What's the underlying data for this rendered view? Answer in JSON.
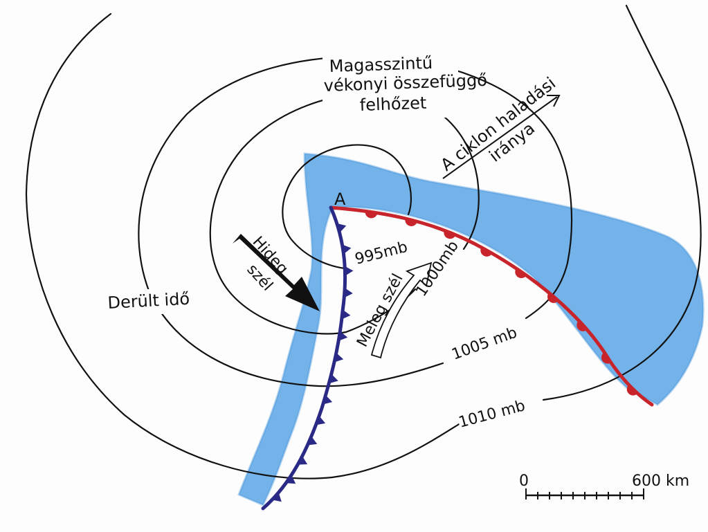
{
  "colors": {
    "cloud": "#5aa6e6",
    "cloud_edge": "#3f8fd8",
    "warm_front": "#c8242c",
    "cold_front": "#2a2a86",
    "isobar": "#111111",
    "cold_wind_arrow": "#111111"
  },
  "isobars": [
    {
      "label": "995mb"
    },
    {
      "label": "1000mb"
    },
    {
      "label": "1005 mb"
    },
    {
      "label": "1010 mb"
    }
  ],
  "labels": {
    "high_cloud": [
      "Magasszintű",
      "vékonyi összefüggő",
      "felhőzet"
    ],
    "direction": [
      "A ciklon haladási",
      "iránya"
    ],
    "clear_weather": "Derült idő",
    "cold_wind": [
      "Hideg",
      "szél"
    ],
    "warm_wind": "Meleg szél",
    "point_a": "A"
  },
  "scale_bar": {
    "start": "0",
    "end": "600 km",
    "ticks": 10
  }
}
